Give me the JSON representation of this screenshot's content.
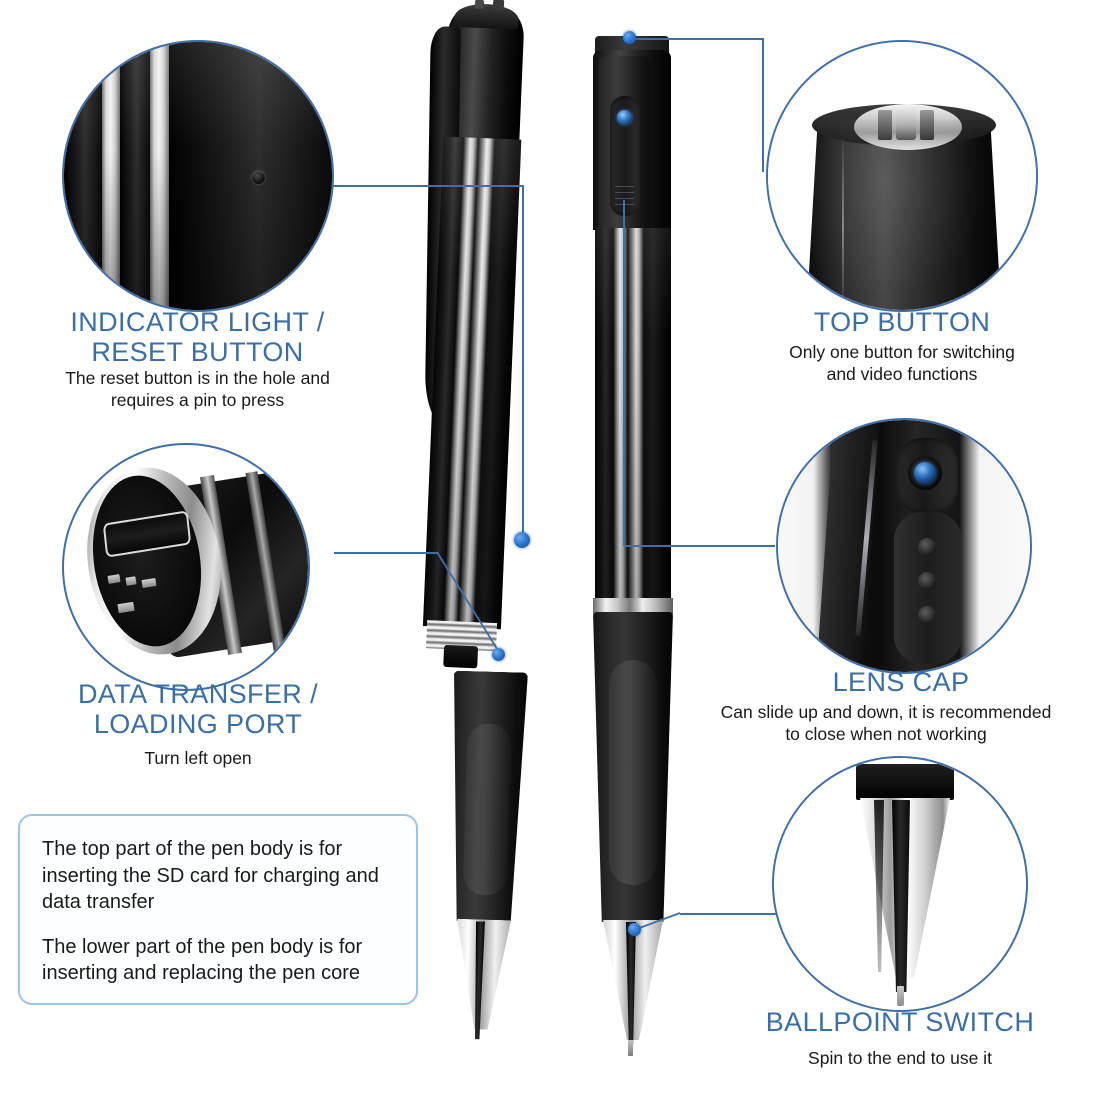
{
  "page": {
    "title": "Spy Pen Camera — Feature Callout Infographic",
    "background_color": "#ffffff",
    "accent_color": "#3a6ea5",
    "line_color": "#3e6fa8",
    "dot_color": "#2f7ad1",
    "box_border_color": "#9fc3e3"
  },
  "callouts": [
    {
      "id": "indicator-light-reset-button",
      "heading": "INDICATOR LIGHT /\nRESET BUTTON",
      "caption": "The reset button is in the hole and\nrequires a pin to press",
      "image_name": "pen-barrel-reset-hole-closeup",
      "side": "left"
    },
    {
      "id": "data-transfer-loading-port",
      "heading": "DATA TRANSFER /\nLOADING PORT",
      "caption": "Turn left open",
      "image_name": "micro-usb-port-closeup",
      "side": "left"
    },
    {
      "id": "top-button",
      "heading": "TOP BUTTON",
      "caption": "Only one button for switching\nand video functions",
      "image_name": "pen-top-chrome-button-closeup",
      "side": "right"
    },
    {
      "id": "lens-cap",
      "heading": "LENS CAP",
      "caption": "Can slide up and down, it is recommended\nto close when not working",
      "image_name": "camera-lens-and-sliding-cap-closeup",
      "side": "right"
    },
    {
      "id": "ballpoint-switch",
      "heading": "BALLPOINT SWITCH",
      "caption": "Spin to the end to use it",
      "image_name": "ballpoint-tip-closeup",
      "side": "right"
    }
  ],
  "info_box": {
    "paragraphs": [
      "The top part of the pen body is for inserting the SD card for charging and data transfer",
      "The lower part of the pen body is for inserting and replacing the pen core"
    ]
  },
  "product": {
    "pen_left_name": "pen-disassembled-upper-and-lower",
    "pen_right_name": "pen-assembled-full-view"
  }
}
